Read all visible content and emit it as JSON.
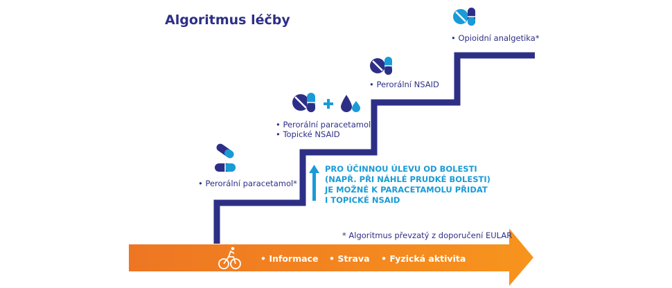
{
  "title": "Algoritmus léčby",
  "steps": [
    {
      "items": [
        "• Perorální paracetamol*"
      ],
      "icons": [
        "capsule-icon"
      ]
    },
    {
      "items": [
        "• Perorální paracetamol",
        "• Topické NSAID"
      ],
      "icons": [
        "pill-icon",
        "plus-icon",
        "drops-icon"
      ]
    },
    {
      "items": [
        "• Perorální NSAID"
      ],
      "icons": [
        "pill-icon"
      ]
    },
    {
      "items": [
        "• Opioidní analgetika*"
      ],
      "icons": [
        "pill-icon"
      ]
    }
  ],
  "info_text": [
    "PRO ÚČINNOU ÚLEVU OD BOLESTI",
    "(NAPŘ. PŘI NÁHLÉ PRUDKÉ BOLESTI)",
    "JE MOŽNÉ K PARACETAMOLU PŘIDAT",
    "I TOPICKÉ NSAID"
  ],
  "footnote": "* Algoritmus převzatý z doporučení EULAR",
  "base_items": [
    "• Informace",
    "• Strava",
    "• Fyzická aktivita"
  ],
  "colors": {
    "navy": "#2d2f86",
    "blue": "#1a9bd7",
    "orange_start": "#ef7b22",
    "orange_end": "#f7941d"
  }
}
